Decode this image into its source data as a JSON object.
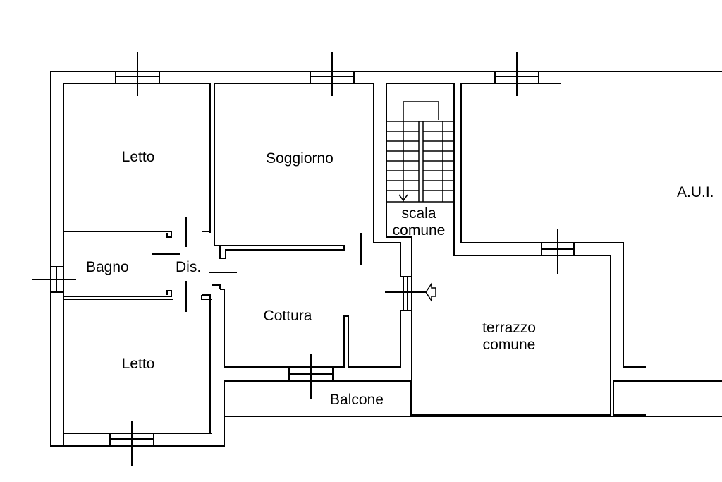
{
  "plan": {
    "rooms": {
      "letto_top": "Letto",
      "soggiorno": "Soggiorno",
      "bagno": "Bagno",
      "dis": "Dis.",
      "cottura": "Cottura",
      "letto_bottom": "Letto",
      "balcone": "Balcone",
      "scala_line1": "scala",
      "scala_line2": "comune",
      "terrazzo_line1": "terrazzo",
      "terrazzo_line2": "comune",
      "aui": "A.U.I."
    },
    "colors": {
      "lines": "#000000",
      "background": "#ffffff"
    }
  }
}
